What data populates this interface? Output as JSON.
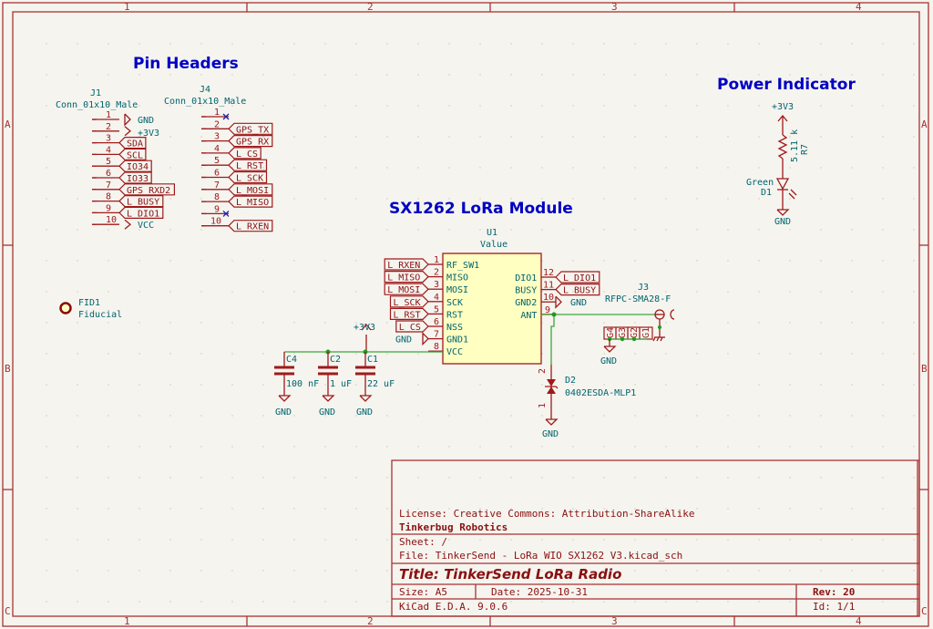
{
  "frame": {
    "columns": [
      "1",
      "2",
      "3",
      "4"
    ],
    "rows": [
      "A",
      "B",
      "C"
    ]
  },
  "sections": {
    "pin_headers": "Pin Headers",
    "power_indicator": "Power Indicator",
    "lora_module": "SX1262 LoRa Module"
  },
  "j1": {
    "ref": "J1",
    "value": "Conn_01x10_Male",
    "pins": [
      {
        "num": "1",
        "net": "GND",
        "kind": "gnd"
      },
      {
        "num": "2",
        "net": "+3V3",
        "kind": "power"
      },
      {
        "num": "3",
        "net": "SDA",
        "kind": "label"
      },
      {
        "num": "4",
        "net": "SCL",
        "kind": "label"
      },
      {
        "num": "5",
        "net": "IO34",
        "kind": "label"
      },
      {
        "num": "6",
        "net": "IO33",
        "kind": "label"
      },
      {
        "num": "7",
        "net": "GPS_RXD2",
        "kind": "label"
      },
      {
        "num": "8",
        "net": "L_BUSY",
        "kind": "label"
      },
      {
        "num": "9",
        "net": "L_DIO1",
        "kind": "label"
      },
      {
        "num": "10",
        "net": "VCC",
        "kind": "power"
      }
    ]
  },
  "j4": {
    "ref": "J4",
    "value": "Conn_01x10_Male",
    "pins": [
      {
        "num": "1",
        "net": "",
        "kind": "nc"
      },
      {
        "num": "2",
        "net": "GPS_TX",
        "kind": "label"
      },
      {
        "num": "3",
        "net": "GPS_RX",
        "kind": "label"
      },
      {
        "num": "4",
        "net": "L_CS",
        "kind": "label"
      },
      {
        "num": "5",
        "net": "L_RST",
        "kind": "label"
      },
      {
        "num": "6",
        "net": "L_SCK",
        "kind": "label"
      },
      {
        "num": "7",
        "net": "L_MOSI",
        "kind": "label"
      },
      {
        "num": "8",
        "net": "L_MISO",
        "kind": "label"
      },
      {
        "num": "9",
        "net": "",
        "kind": "nc"
      },
      {
        "num": "10",
        "net": "L_RXEN",
        "kind": "label"
      }
    ]
  },
  "u1": {
    "ref": "U1",
    "value": "Value",
    "left_pins": [
      {
        "num": "1",
        "name": "RF_SW1",
        "net": "L_RXEN"
      },
      {
        "num": "2",
        "name": "MISO",
        "net": "L_MISO"
      },
      {
        "num": "3",
        "name": "MOSI",
        "net": "L_MOSI"
      },
      {
        "num": "4",
        "name": "SCK",
        "net": "L_SCK"
      },
      {
        "num": "5",
        "name": "RST",
        "net": "L_RST"
      },
      {
        "num": "6",
        "name": "NSS",
        "net": "L_CS"
      },
      {
        "num": "7",
        "name": "GND1",
        "net": "GND"
      },
      {
        "num": "8",
        "name": "VCC",
        "net": ""
      }
    ],
    "right_pins": [
      {
        "num": "12",
        "name": "DIO1",
        "net": "L_DIO1"
      },
      {
        "num": "11",
        "name": "BUSY",
        "net": "L_BUSY"
      },
      {
        "num": "10",
        "name": "GND2",
        "net": "GND"
      },
      {
        "num": "9",
        "name": "ANT",
        "net": ""
      }
    ]
  },
  "caps": [
    {
      "ref": "C4",
      "value": "100 nF",
      "gnd": "GND"
    },
    {
      "ref": "C2",
      "value": "1 uF",
      "gnd": "GND"
    },
    {
      "ref": "C1",
      "value": "22 uF",
      "gnd": "GND"
    }
  ],
  "cap_supply": "+3V3",
  "j3": {
    "ref": "J3",
    "value": "RFPC-SMA28-F",
    "gnd_pins": [
      "G4",
      "G3",
      "G2",
      "G1"
    ],
    "gnd": "GND"
  },
  "d2": {
    "ref": "D2",
    "value": "0402ESDA-MLP1",
    "pin_top": "2",
    "pin_bottom": "1",
    "gnd": "GND"
  },
  "power_indicator": {
    "supply": "+3V3",
    "r7": {
      "ref": "R7",
      "value": "5.11 k"
    },
    "d1": {
      "ref": "D1",
      "value": "Green"
    },
    "gnd": "GND"
  },
  "fid1": {
    "ref": "FID1",
    "value": "Fiducial"
  },
  "title_block": {
    "license": "License: Creative Commons: Attribution-ShareAlike",
    "company": "Tinkerbug Robotics",
    "sheet": "Sheet: /",
    "file": "File: TinkerSend - LoRa WIO SX1262 V3.kicad_sch",
    "title": "Title: TinkerSend LoRa Radio",
    "size": "Size: A5",
    "date": "Date: 2025-10-31",
    "rev": "Rev: 20",
    "tool": "KiCad E.D.A. 9.0.6",
    "id": "Id: 1/1"
  },
  "colors": {
    "frame": "#a83232",
    "symbol": "#a01a1a",
    "text": "#00646e",
    "wire": "#3aa83a",
    "heading": "#0000c4",
    "body_fill": "#ffffc2"
  }
}
